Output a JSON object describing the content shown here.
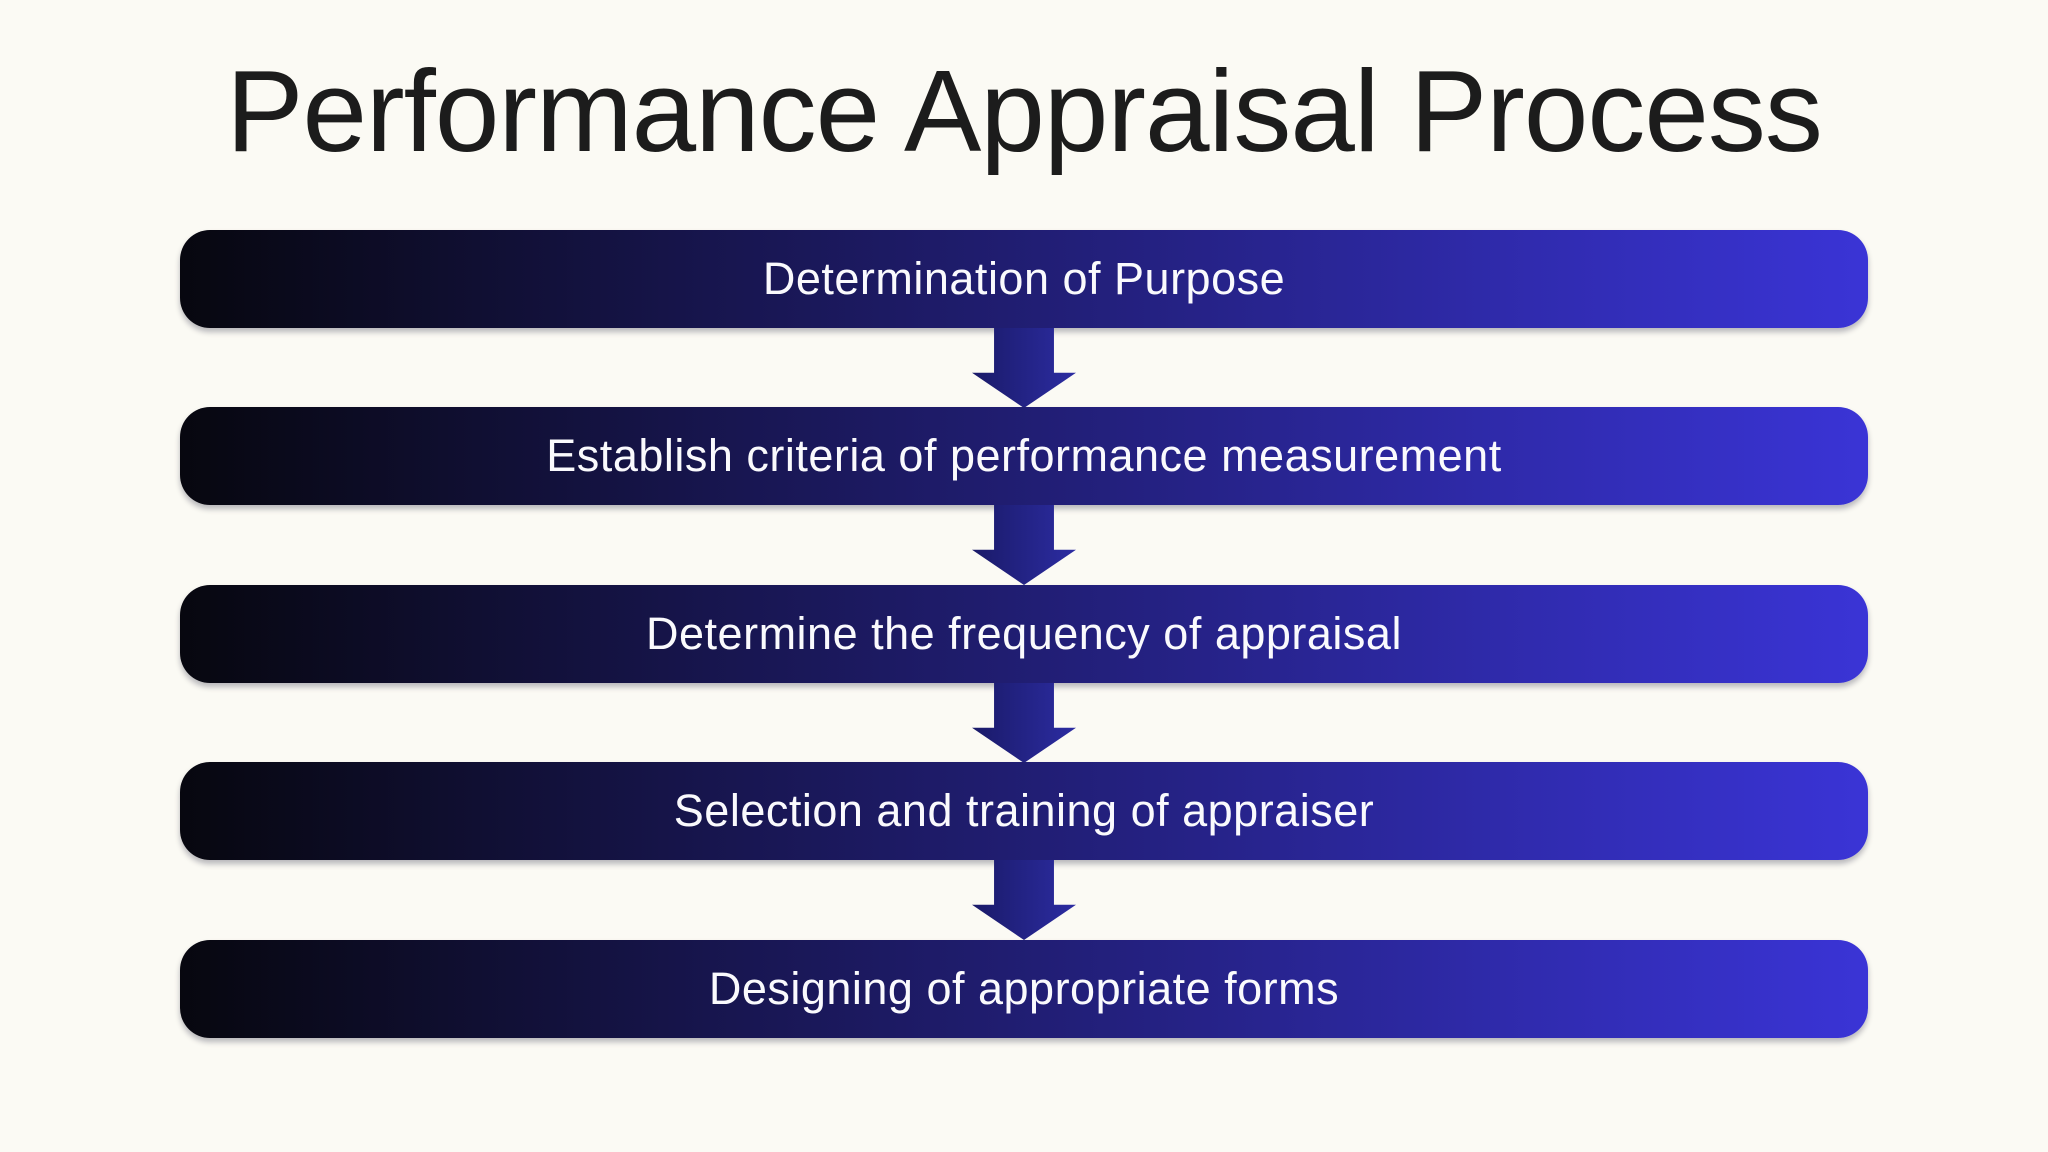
{
  "title": "Performance Appraisal Process",
  "steps": [
    {
      "label": "Determination of Purpose"
    },
    {
      "label": "Establish criteria of performance measurement"
    },
    {
      "label": "Determine the frequency of appraisal"
    },
    {
      "label": "Selection and training of appraiser"
    },
    {
      "label": "Designing of appropriate forms"
    }
  ],
  "icons": {
    "connector": "down-arrow"
  },
  "colors": {
    "background": "#fbfaf4",
    "title-color": "#1c1c1c",
    "bar-start": "#07070f",
    "bar-end": "#3a34d6",
    "bar-text-color": "#fafafd",
    "arrow-start": "#1a1a68",
    "arrow-end": "#2c2ca2"
  }
}
